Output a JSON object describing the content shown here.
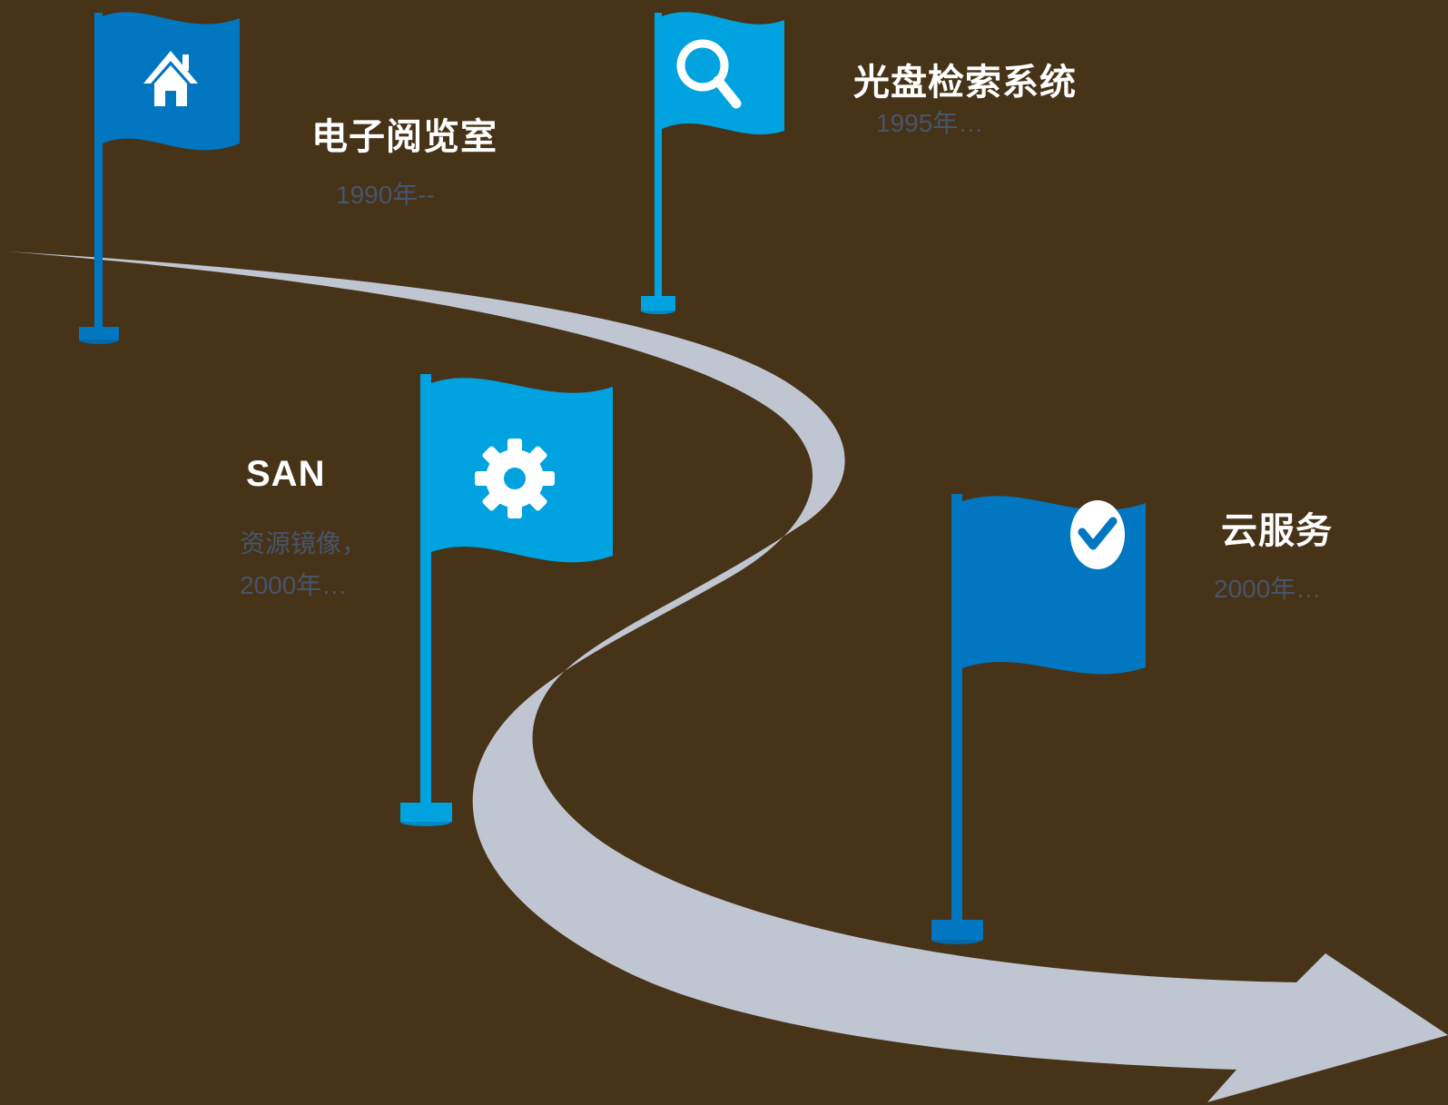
{
  "colors": {
    "background": "#463318",
    "road": "#c0c6d1",
    "flag_dark": "#0077c0",
    "flag_light": "#00a3df",
    "title_text": "#ffffff",
    "subtitle_text": "#46546c"
  },
  "milestones": [
    {
      "title": "电子阅览室",
      "subtitle": "1990年--",
      "icon": "home-icon",
      "flag_color": "dark"
    },
    {
      "title": "光盘检索系统",
      "subtitle": "1995年…",
      "icon": "search-icon",
      "flag_color": "light"
    },
    {
      "title": "SAN",
      "subtitle": "资源镜像，2000年…",
      "icon": "gear-icon",
      "flag_color": "light"
    },
    {
      "title": "云服务",
      "subtitle": "2000年…",
      "icon": "check-circle-icon",
      "flag_color": "dark"
    }
  ]
}
